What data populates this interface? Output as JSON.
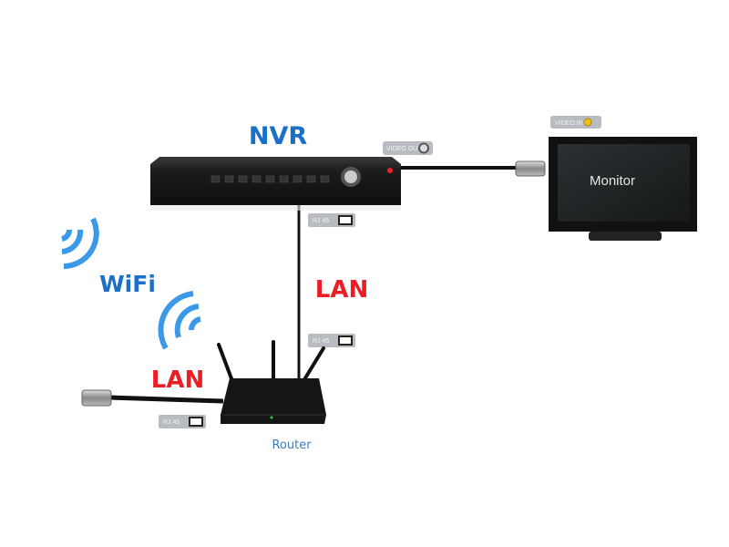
{
  "labels": {
    "nvr": "NVR",
    "monitor": "Monitor",
    "router": "Router",
    "wifi": "WiFi",
    "lan_vertical": "LAN",
    "lan_left": "LAN"
  },
  "ports": {
    "video_out": "VIDEO OUT",
    "video_in": "VIDEO IN",
    "rj45_nvr": "RJ 45",
    "rj45_router_top": "RJ 45",
    "rj45_router_left": "RJ 45"
  },
  "colors": {
    "blue": "#1a6fc8",
    "red": "#ee1c24",
    "device": "#1e1e1e",
    "badge": "#b8bcc0",
    "wifi": "#3a9ae8",
    "router_label": "#3a7cc0"
  },
  "icons": [
    "wifi-signal-icon",
    "ethernet-port-icon",
    "coax-port-icon",
    "cable-connector-icon"
  ]
}
